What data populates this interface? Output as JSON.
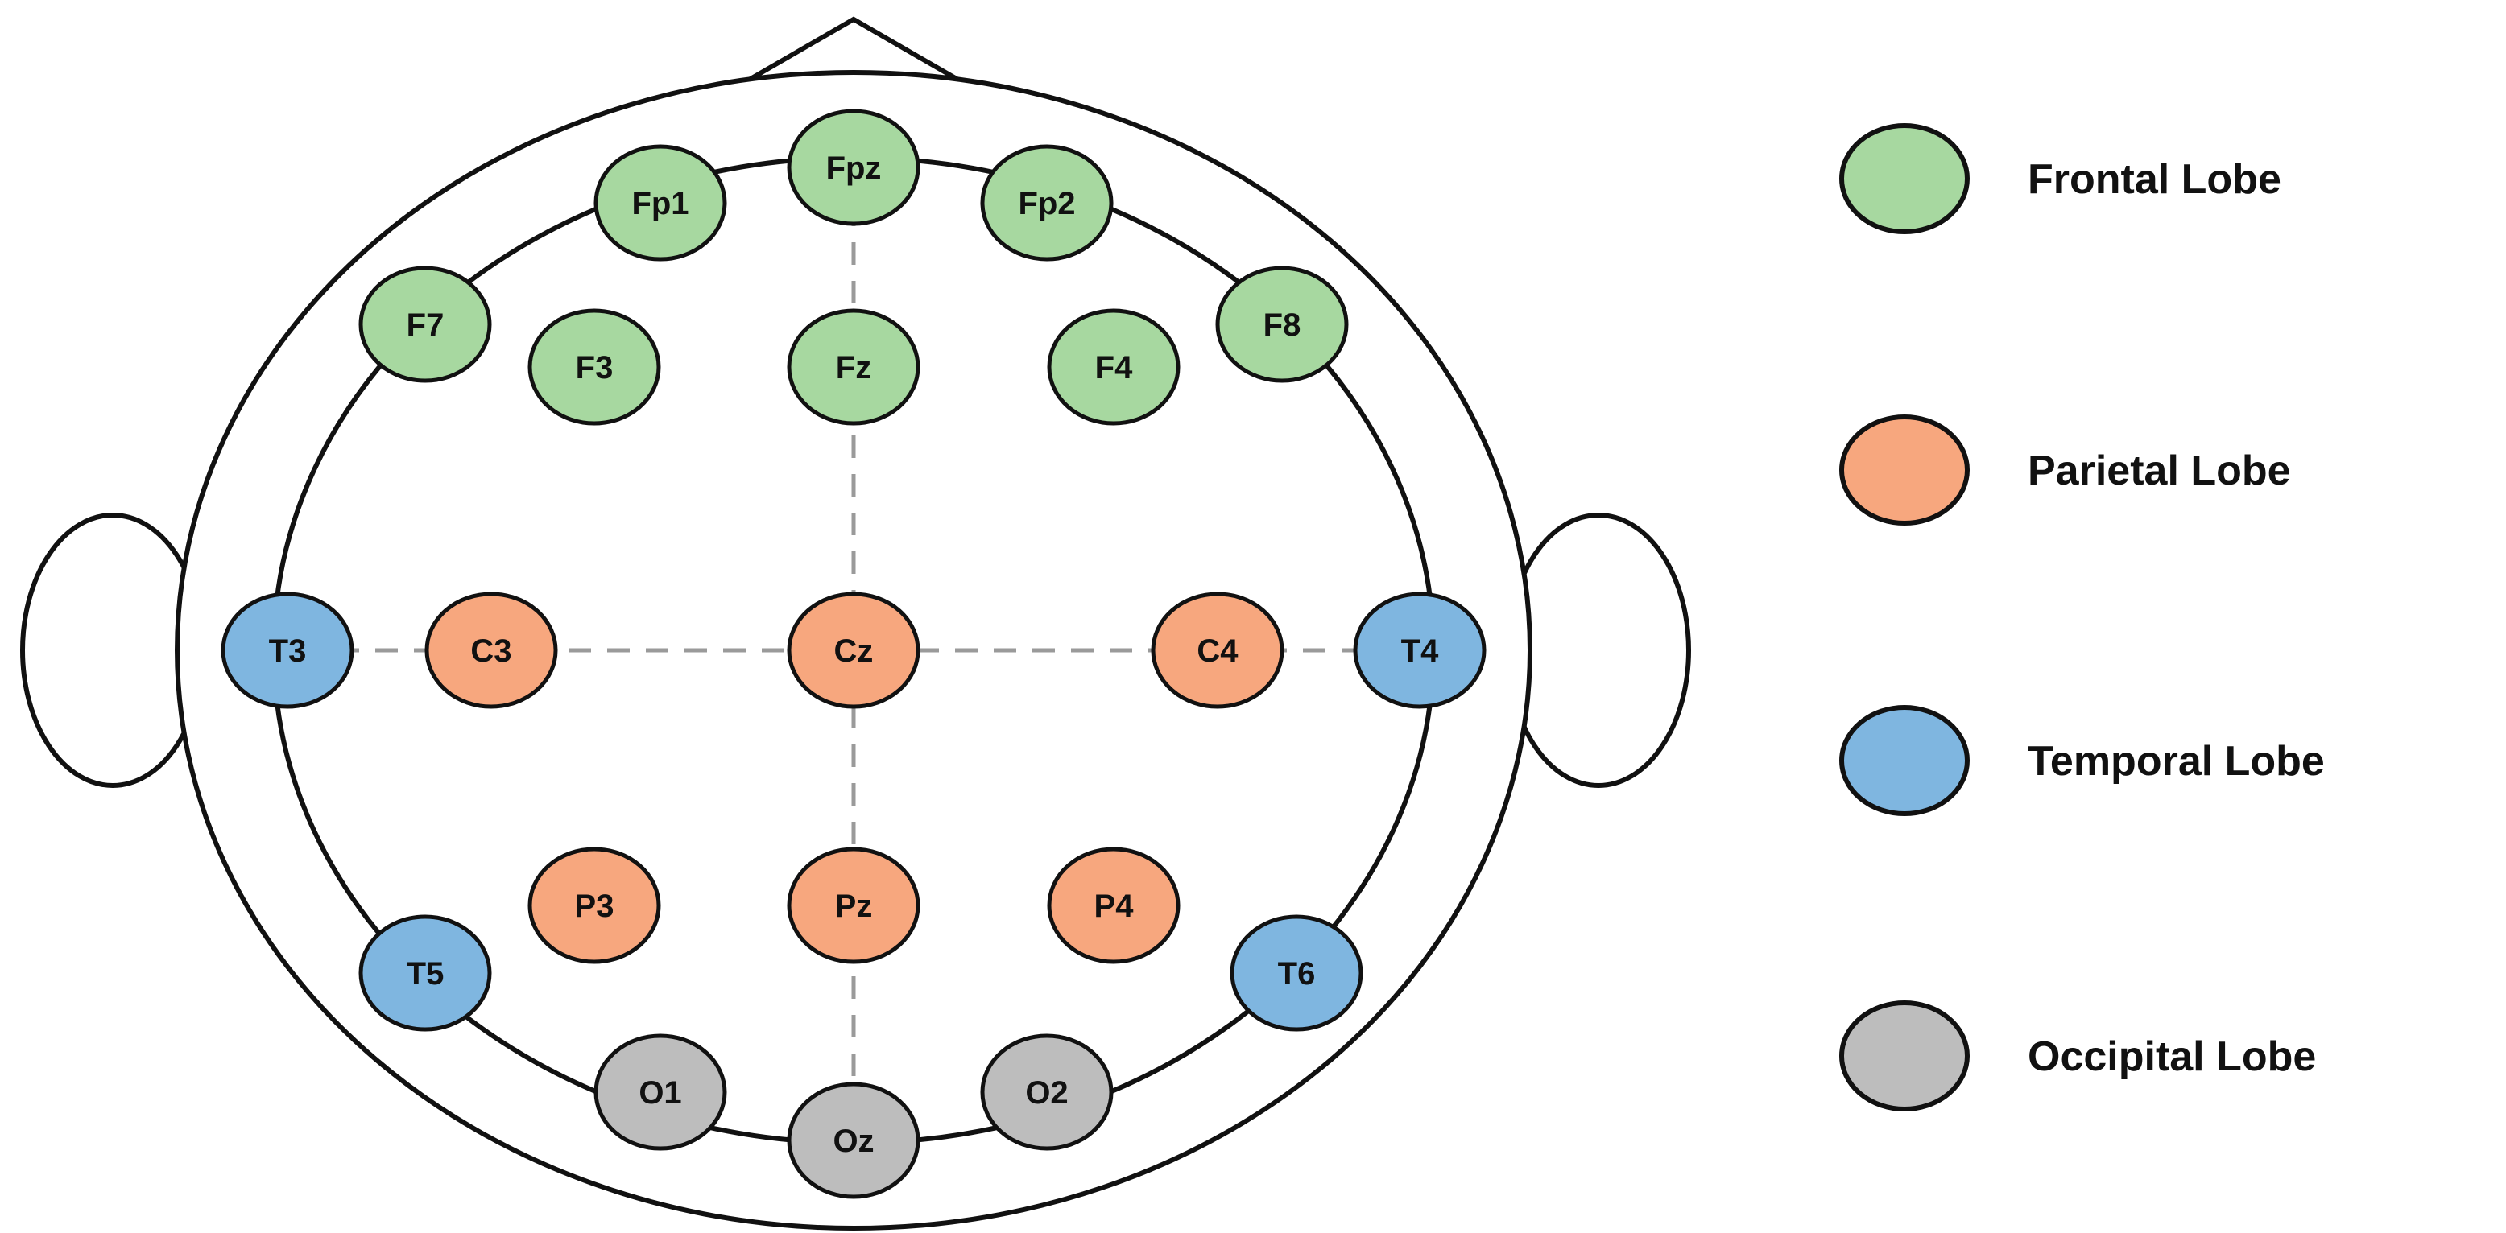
{
  "palette": {
    "frontal": "#a7d8a0",
    "parietal": "#f7a77e",
    "temporal": "#7fb6e0",
    "occipital": "#bdbdbd",
    "outline": "#111111",
    "guide": "#9a9a9a"
  },
  "legend": [
    {
      "lobe": "frontal",
      "label": "Frontal Lobe"
    },
    {
      "lobe": "parietal",
      "label": "Parietal Lobe"
    },
    {
      "lobe": "temporal",
      "label": "Temporal Lobe"
    },
    {
      "lobe": "occipital",
      "label": "Occipital Lobe"
    }
  ],
  "electrodes": [
    {
      "label": "Fpz",
      "lobe": "frontal"
    },
    {
      "label": "Fp1",
      "lobe": "frontal"
    },
    {
      "label": "Fp2",
      "lobe": "frontal"
    },
    {
      "label": "F7",
      "lobe": "frontal"
    },
    {
      "label": "F8",
      "lobe": "frontal"
    },
    {
      "label": "F3",
      "lobe": "frontal"
    },
    {
      "label": "Fz",
      "lobe": "frontal"
    },
    {
      "label": "F4",
      "lobe": "frontal"
    },
    {
      "label": "T3",
      "lobe": "temporal"
    },
    {
      "label": "C3",
      "lobe": "parietal"
    },
    {
      "label": "Cz",
      "lobe": "parietal"
    },
    {
      "label": "C4",
      "lobe": "parietal"
    },
    {
      "label": "T4",
      "lobe": "temporal"
    },
    {
      "label": "P3",
      "lobe": "parietal"
    },
    {
      "label": "Pz",
      "lobe": "parietal"
    },
    {
      "label": "P4",
      "lobe": "parietal"
    },
    {
      "label": "T5",
      "lobe": "temporal"
    },
    {
      "label": "T6",
      "lobe": "temporal"
    },
    {
      "label": "O1",
      "lobe": "occipital"
    },
    {
      "label": "Oz",
      "lobe": "occipital"
    },
    {
      "label": "O2",
      "lobe": "occipital"
    }
  ]
}
